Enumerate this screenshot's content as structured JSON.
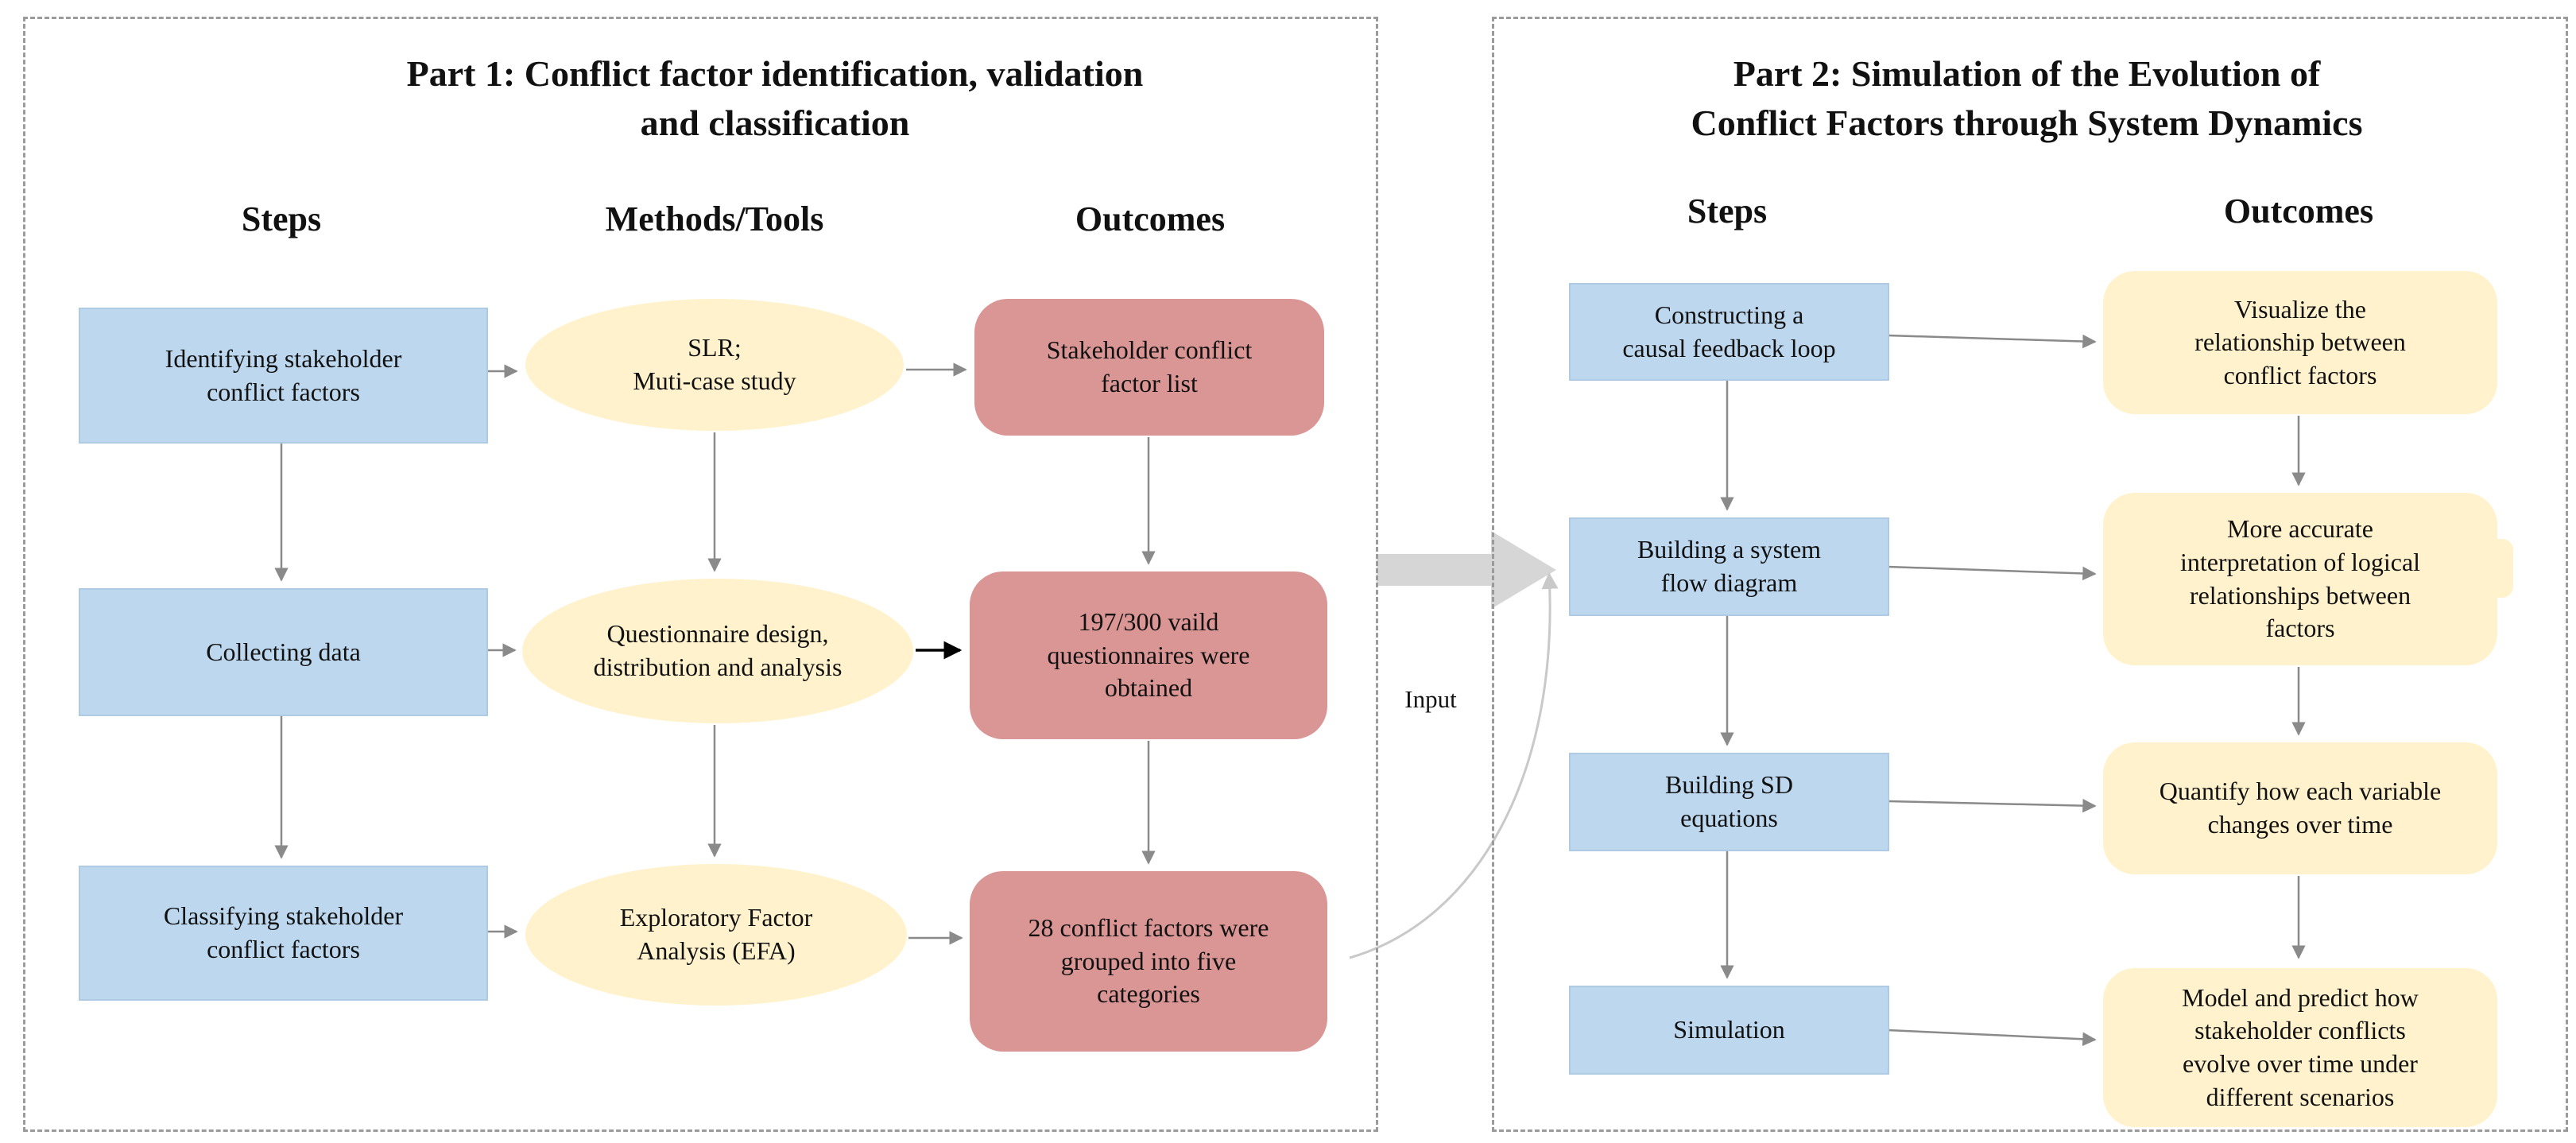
{
  "part1": {
    "title": "Part 1: Conflict factor identification, validation\nand classification",
    "col_steps": "Steps",
    "col_methods": "Methods/Tools",
    "col_outcomes": "Outcomes",
    "steps": [
      {
        "label": "Identifying stakeholder\nconflict factors"
      },
      {
        "label": "Collecting data"
      },
      {
        "label": "Classifying stakeholder\nconflict factors"
      }
    ],
    "methods": [
      {
        "label": "SLR;\nMuti-case study"
      },
      {
        "label": "Questionnaire design,\ndistribution and analysis"
      },
      {
        "label": "Exploratory Factor\nAnalysis (EFA)"
      }
    ],
    "outcomes": [
      {
        "label": "Stakeholder conflict\nfactor list"
      },
      {
        "label": "197/300 vaild\nquestionnaires were\nobtained"
      },
      {
        "label": "28 conflict factors were\ngrouped into five\ncategories"
      }
    ]
  },
  "part2": {
    "title": "Part 2: Simulation of the Evolution of\nConflict Factors through System Dynamics",
    "col_steps": "Steps",
    "col_outcomes": "Outcomes",
    "steps": [
      {
        "label": "Constructing a\ncausal feedback loop"
      },
      {
        "label": "Building a system\nflow diagram"
      },
      {
        "label": "Building SD\nequations"
      },
      {
        "label": "Simulation"
      }
    ],
    "outcomes": [
      {
        "label": "Visualize the\nrelationship between\nconflict factors"
      },
      {
        "label": "More accurate\ninterpretation of logical\nrelationships between\nfactors"
      },
      {
        "label": "Quantify how each variable\nchanges over time"
      },
      {
        "label": "Model and predict how\nstakeholder conflicts\nevolve over time under\ndifferent scenarios"
      }
    ]
  },
  "connector": {
    "input_label": "Input"
  },
  "colors": {
    "step_fill": "#BDD7EE",
    "method_fill": "#FFF2CC",
    "part1_outcome_fill": "#D99694",
    "part2_outcome_fill": "#FFF2CC",
    "arrow_gray": "#8a8a8a",
    "arrow_black": "#000000",
    "big_arrow_fill": "#D6D6D6",
    "panel_border": "#9b9b9b"
  }
}
